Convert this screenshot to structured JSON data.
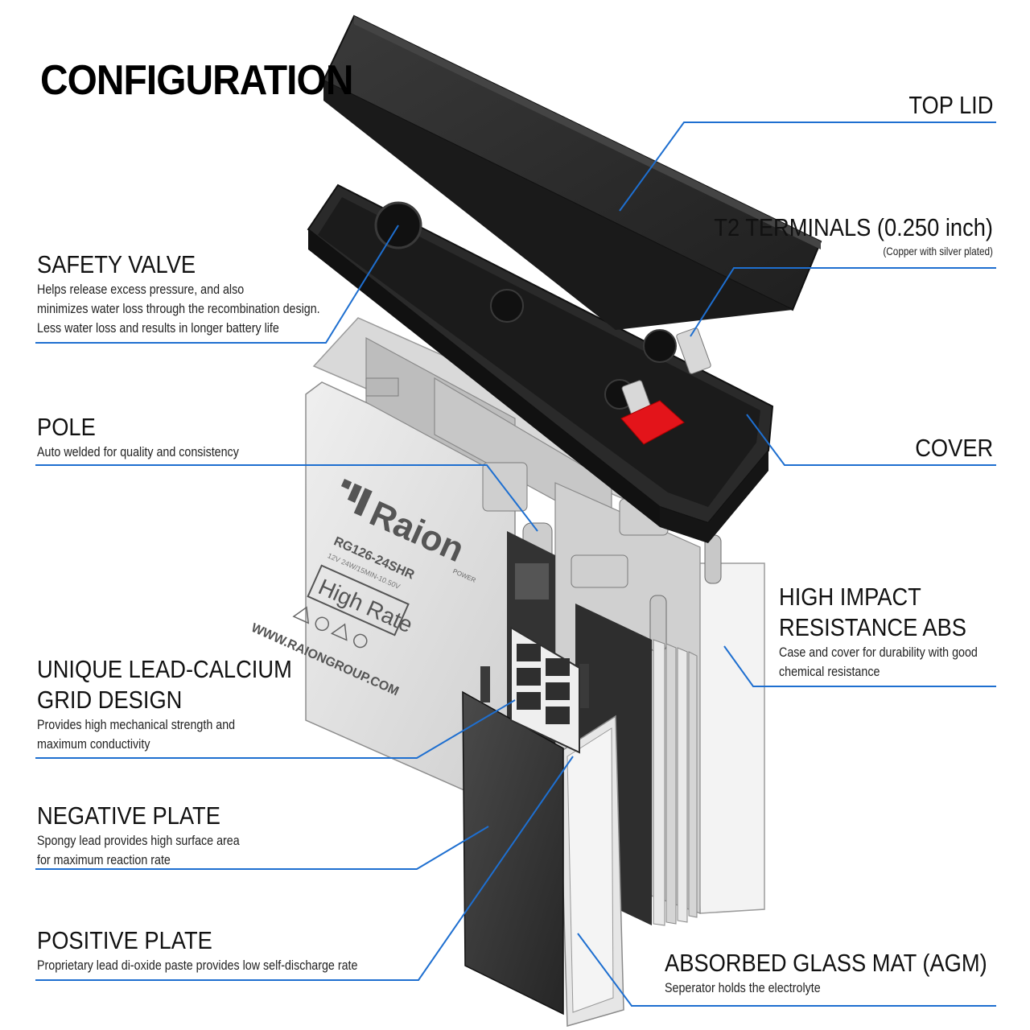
{
  "title": "CONFIGURATION",
  "labels": {
    "top_lid": {
      "heading": "TOP LID"
    },
    "terminals": {
      "heading": "T2 TERMINALS (0.250 inch)",
      "desc": "(Copper with silver plated)"
    },
    "cover": {
      "heading": "COVER"
    },
    "abs": {
      "heading_1": "HIGH IMPACT",
      "heading_2": "RESISTANCE ABS",
      "desc_1": "Case and cover for durability with good",
      "desc_2": "chemical resistance"
    },
    "agm": {
      "heading": "ABSORBED GLASS MAT (AGM)",
      "desc": "Seperator holds the electrolyte"
    },
    "safety_valve": {
      "heading": "SAFETY VALVE",
      "desc_1": "Helps release excess pressure, and also",
      "desc_2": "minimizes water loss through the recombination design.",
      "desc_3": "Less water loss and results in longer battery life"
    },
    "pole": {
      "heading": "POLE",
      "desc": "Auto welded for quality and consistency"
    },
    "grid": {
      "heading_1": "UNIQUE LEAD-CALCIUM",
      "heading_2": "GRID DESIGN",
      "desc_1": "Provides high mechanical strength and",
      "desc_2": "maximum conductivity"
    },
    "negative_plate": {
      "heading": "NEGATIVE PLATE",
      "desc_1": "Spongy lead provides high surface area",
      "desc_2": "for maximum reaction rate"
    },
    "positive_plate": {
      "heading": "POSITIVE PLATE",
      "desc": "Proprietary lead di-oxide paste provides low self-discharge rate"
    }
  },
  "battery_print": {
    "brand": "Raion",
    "brand_sub": "POWER",
    "model": "RG126-24SHR",
    "rating": "12V 24W/15MIN-10.50V",
    "badge": "High Rate",
    "website": "WWW.RAIONGROUP.COM"
  },
  "colors": {
    "leader_line": "#1e6fd0",
    "lid": "#2b2b2b",
    "case": "#e4e4e4",
    "plate": "#3a3a3a",
    "terminal_red": "#e3141a"
  }
}
